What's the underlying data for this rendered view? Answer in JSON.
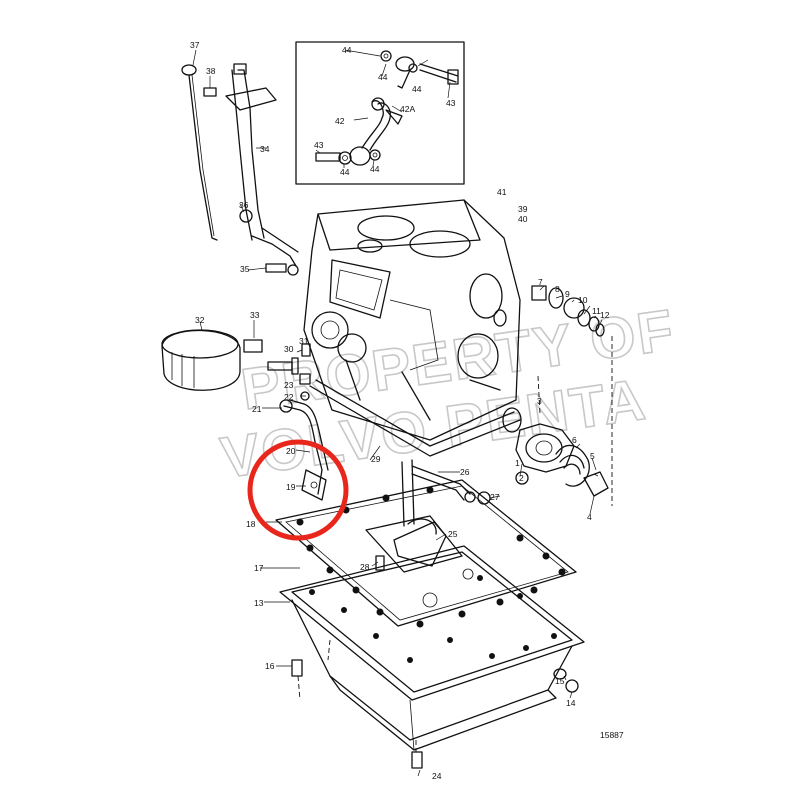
{
  "drawing_number": "15887",
  "watermark": {
    "line1": "PROPERTY OF",
    "line2": "VOLVO PENTA"
  },
  "highlight": {
    "color": "#e8261b",
    "target_part": "19"
  },
  "part_numbers": [
    "1",
    "2",
    "3",
    "4",
    "5",
    "6",
    "7",
    "8",
    "9",
    "10",
    "11",
    "12",
    "13",
    "14",
    "15",
    "16",
    "17",
    "18",
    "19",
    "20",
    "21",
    "22",
    "23",
    "24",
    "25",
    "26",
    "27",
    "28",
    "29",
    "30",
    "31",
    "32",
    "33",
    "34",
    "35",
    "36",
    "37",
    "38",
    "39",
    "40",
    "41",
    "42",
    "42A",
    "43",
    "43",
    "44",
    "44",
    "44",
    "44"
  ]
}
